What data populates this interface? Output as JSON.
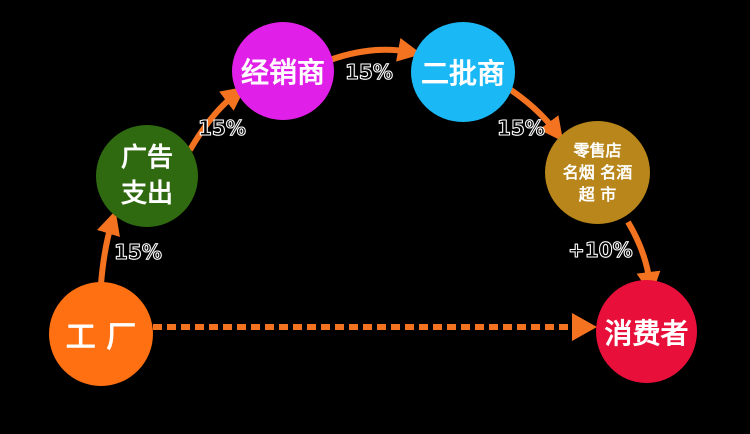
{
  "colors": {
    "arrow": "#f47320",
    "factory": "#ff7012",
    "ad": "#2f6a10",
    "dealer": "#e020e8",
    "second": "#1ab8f4",
    "retail": "#b8861a",
    "consumer": "#e8103a"
  },
  "nodes": {
    "factory": {
      "label": "工 厂"
    },
    "ad": {
      "lines": [
        "广告",
        "支出"
      ]
    },
    "dealer": {
      "label": "经销商"
    },
    "second": {
      "label": "二批商"
    },
    "retail": {
      "lines": [
        "零售店",
        "名烟 名酒",
        "超 市"
      ]
    },
    "consumer": {
      "label": "消费者"
    }
  },
  "markups": {
    "factory_to_ad": "15%",
    "ad_to_dealer": "15%",
    "dealer_to_second": "15%",
    "second_to_retail": "15%",
    "retail_to_consumer": "+10%"
  }
}
